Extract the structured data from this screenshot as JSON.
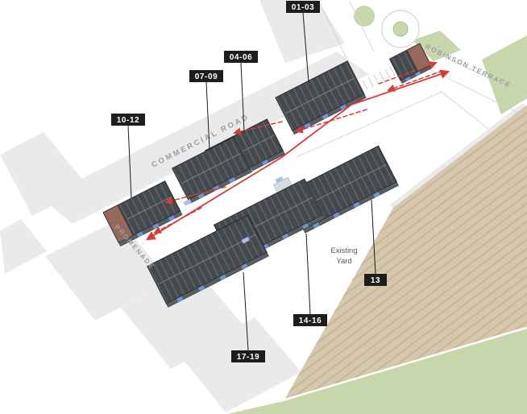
{
  "site_plan": {
    "streets": {
      "commercial_road": "COMMERCIAL ROAD",
      "robinson_terrace": "ROBINSON TERRACE",
      "promenade": "PROMENADE"
    },
    "labels": {
      "existing_yard_line1": "Existing",
      "existing_yard_line2": "Yard"
    },
    "units": [
      {
        "label": "01-03"
      },
      {
        "label": "04-06"
      },
      {
        "label": "07-09"
      },
      {
        "label": "10-12"
      },
      {
        "label": "13"
      },
      {
        "label": "14-16"
      },
      {
        "label": "17-19"
      }
    ],
    "colors": {
      "route_red": "#d93b36",
      "building_dark": "#45494d",
      "building_stripe": "#5e6367",
      "label_black": "#1d1d1b",
      "grass_green": "#c8d6ab",
      "yard_tan": "#d6c8ae",
      "yard_tan_hatch": "#c7b795",
      "road_gray": "#e9eae9",
      "door_blue": "#6e93d6"
    }
  }
}
